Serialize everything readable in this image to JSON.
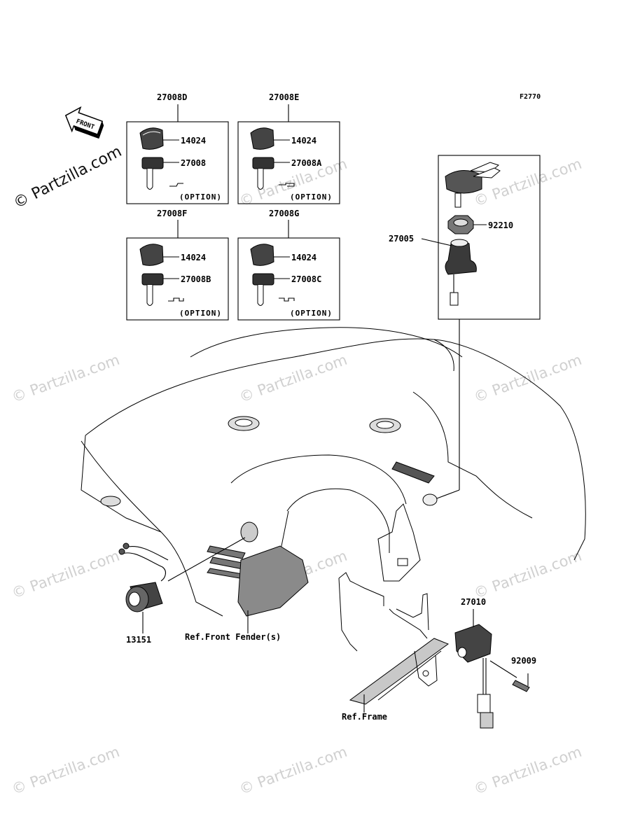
{
  "diagram": {
    "figure_code": "F2770",
    "front_arrow_label": "FRONT",
    "watermark_main": "© Partzilla.com",
    "watermark_faint": "© Partzilla.com",
    "kit_boxes": [
      {
        "kit_number": "27008D",
        "cap_part": "14024",
        "key_part": "27008",
        "option_label": "(OPTION)"
      },
      {
        "kit_number": "27008E",
        "cap_part": "14024",
        "key_part": "27008A",
        "option_label": "(OPTION)"
      },
      {
        "kit_number": "27008F",
        "cap_part": "14024",
        "key_part": "27008B",
        "option_label": "(OPTION)"
      },
      {
        "kit_number": "27008G",
        "cap_part": "14024",
        "key_part": "27008C",
        "option_label": "(OPTION)"
      }
    ],
    "ignition_assembly": {
      "assembly_part": "27005",
      "nut_part": "92210"
    },
    "other_parts": {
      "left_switch_part": "13151",
      "right_switch_part": "27010",
      "bolt_part": "92009"
    },
    "references": {
      "front_fender": "Ref.Front Fender(s)",
      "frame": "Ref.Frame"
    }
  }
}
